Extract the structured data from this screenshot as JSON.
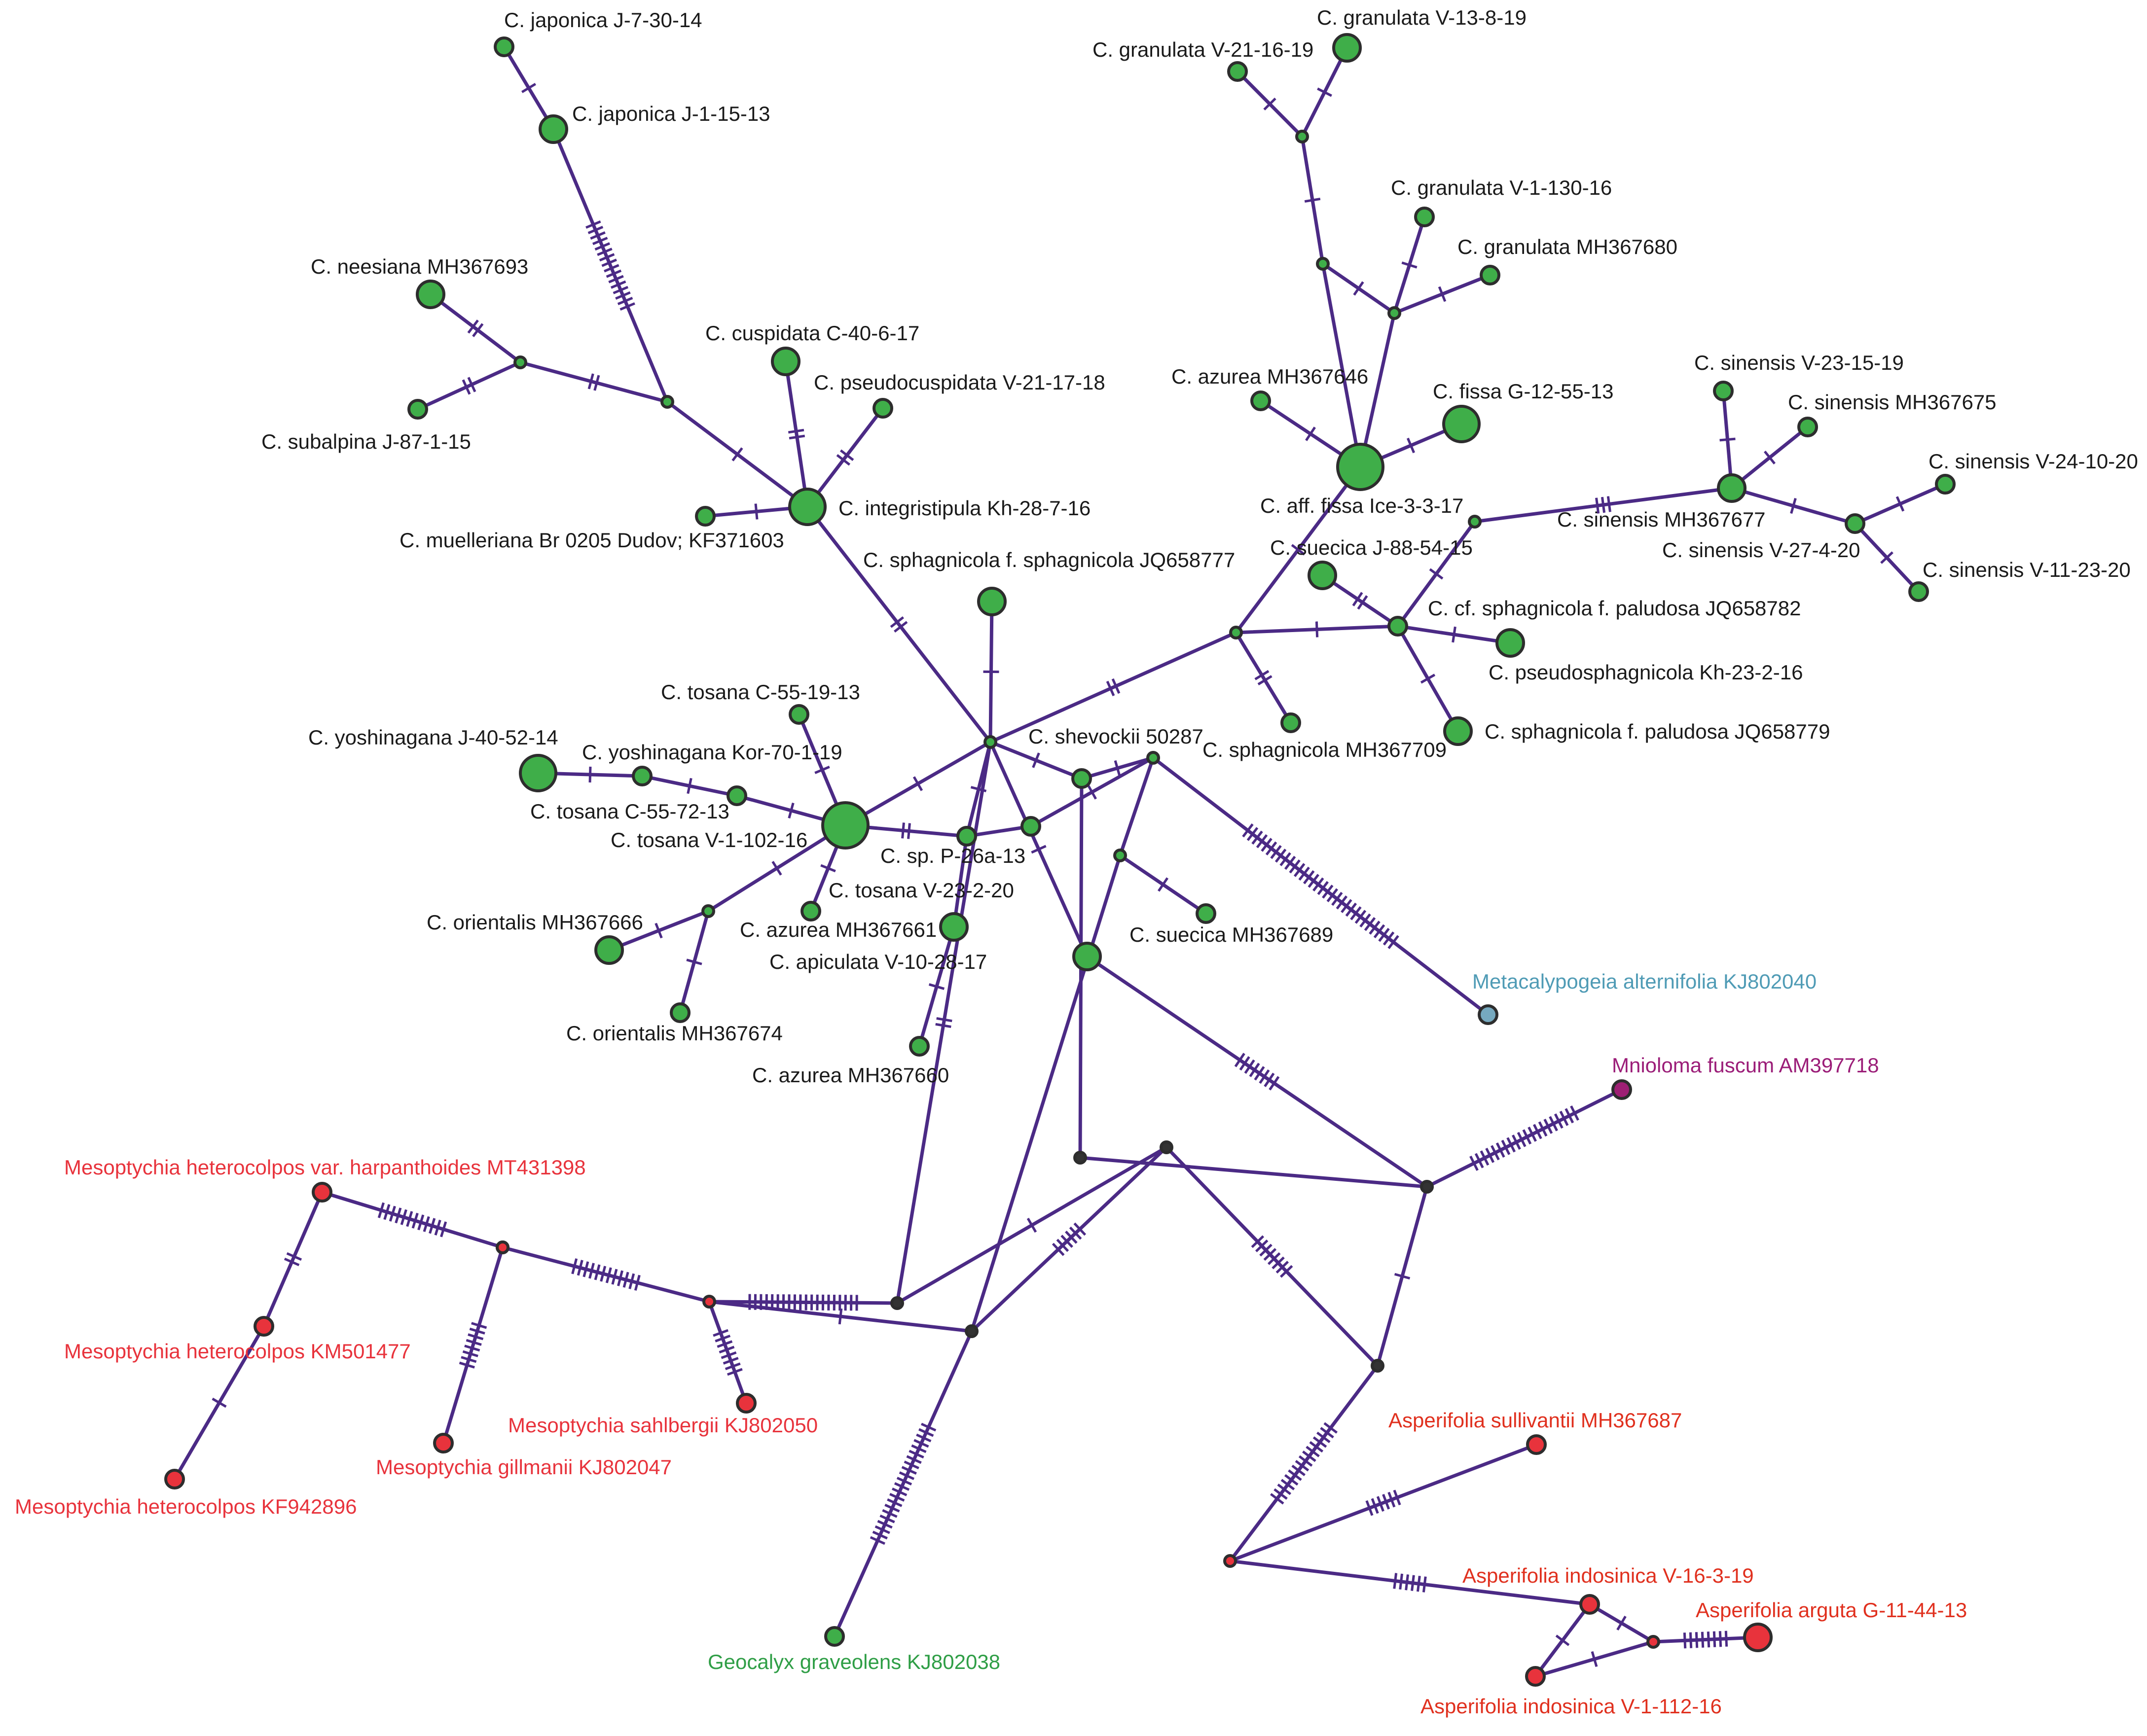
{
  "colors": {
    "edge": "#4b2a85",
    "calypogeia_node": "#3fae49",
    "mesoptychia_node": "#e8333c",
    "asperifolia_node": "#e8333c",
    "metacalypogeia_node": "#76a9bf",
    "mnioloma_node": "#9e1f74",
    "geocalyx_node": "#3fae49",
    "median_vector": "#333333",
    "label_black": "#1a1a1a",
    "label_red": "#e8333c",
    "label_asperifolia": "#e0301e",
    "label_metacalypogeia": "#4f9bb5",
    "label_mnioloma": "#9b1d78",
    "label_geocalyx": "#2f9e46"
  },
  "nodes": [
    {
      "id": "japonica_j7",
      "label": "C. japonica J-7-30-14",
      "group": "calypogeia",
      "size": "s"
    },
    {
      "id": "japonica_j1",
      "label": "C. japonica J-1-15-13",
      "group": "calypogeia",
      "size": "m"
    },
    {
      "id": "neesiana",
      "label": "C. neesiana MH367693",
      "group": "calypogeia",
      "size": "m"
    },
    {
      "id": "subalpina",
      "label": "C. subalpina J-87-1-15",
      "group": "calypogeia",
      "size": "s"
    },
    {
      "id": "cuspidata",
      "label": "C. cuspidata C-40-6-17",
      "group": "calypogeia",
      "size": "m"
    },
    {
      "id": "pseudocuspidata",
      "label": "C. pseudocuspidata V-21-17-18",
      "group": "calypogeia",
      "size": "s"
    },
    {
      "id": "muelleriana",
      "label": "C. muelleriana Br 0205 Dudov; KF371603",
      "group": "calypogeia",
      "size": "s"
    },
    {
      "id": "integristipula",
      "label": "C. integristipula Kh-28-7-16",
      "group": "calypogeia",
      "size": "l"
    },
    {
      "id": "sphagnicola_sph",
      "label": "C. sphagnicola f. sphagnicola JQ658777",
      "group": "calypogeia",
      "size": "m"
    },
    {
      "id": "tosana_c55_19",
      "label": "C. tosana C-55-19-13",
      "group": "calypogeia",
      "size": "s"
    },
    {
      "id": "yoshinagana_j40",
      "label": "C. yoshinagana J-40-52-14",
      "group": "calypogeia",
      "size": "l"
    },
    {
      "id": "yoshinagana_kor",
      "label": "C. yoshinagana Kor-70-1-19",
      "group": "calypogeia",
      "size": "s"
    },
    {
      "id": "tosana_c55_72",
      "label": "C. tosana C-55-72-13",
      "group": "calypogeia",
      "size": "s"
    },
    {
      "id": "tosana_v1",
      "label": "C. tosana V-1-102-16",
      "group": "calypogeia",
      "size": "xl"
    },
    {
      "id": "sp_p26a",
      "label": "C. sp. P-26a-13",
      "group": "calypogeia",
      "size": "s"
    },
    {
      "id": "tosana_v23",
      "label": "C. tosana V-23-2-20",
      "group": "calypogeia",
      "size": "s"
    },
    {
      "id": "azurea_661",
      "label": "C. azurea MH367661",
      "group": "calypogeia",
      "size": "s"
    },
    {
      "id": "apiculata",
      "label": "C. apiculata V-10-28-17",
      "group": "calypogeia",
      "size": "m"
    },
    {
      "id": "azurea_660",
      "label": "C. azurea MH367660",
      "group": "calypogeia",
      "size": "s"
    },
    {
      "id": "orientalis_666",
      "label": "C. orientalis MH367666",
      "group": "calypogeia",
      "size": "m"
    },
    {
      "id": "orientalis_674",
      "label": "C. orientalis MH367674",
      "group": "calypogeia",
      "size": "s"
    },
    {
      "id": "shevockii",
      "label": "C. shevockii 50287",
      "group": "calypogeia",
      "size": "s"
    },
    {
      "id": "suecica_689",
      "label": "C. suecica MH367689",
      "group": "calypogeia",
      "size": "s"
    },
    {
      "id": "sp_unlabeled",
      "label": "",
      "group": "calypogeia",
      "size": "m"
    },
    {
      "id": "granulata_v13",
      "label": "C. granulata V-13-8-19",
      "group": "calypogeia",
      "size": "m"
    },
    {
      "id": "granulata_v21",
      "label": "C. granulata V-21-16-19",
      "group": "calypogeia",
      "size": "s"
    },
    {
      "id": "granulata_v1",
      "label": "C. granulata V-1-130-16",
      "group": "calypogeia",
      "size": "s"
    },
    {
      "id": "granulata_680",
      "label": "C. granulata MH367680",
      "group": "calypogeia",
      "size": "s"
    },
    {
      "id": "azurea_646",
      "label": "C. azurea MH367646",
      "group": "calypogeia",
      "size": "s"
    },
    {
      "id": "fissa_g12",
      "label": "C. fissa G-12-55-13",
      "group": "calypogeia",
      "size": "l"
    },
    {
      "id": "aff_fissa",
      "label": "C. aff. fissa Ice-3-3-17",
      "group": "calypogeia",
      "size": "xl"
    },
    {
      "id": "suecica_j88",
      "label": "C. suecica J-88-54-15",
      "group": "calypogeia",
      "size": "m"
    },
    {
      "id": "cf_sphagnicola",
      "label": "C. cf. sphagnicola f. paludosa JQ658782",
      "group": "calypogeia",
      "size": "s"
    },
    {
      "id": "pseudosphagnicola",
      "label": "C. pseudosphagnicola Kh-23-2-16",
      "group": "calypogeia",
      "size": "m"
    },
    {
      "id": "sphagnicola_pal",
      "label": "C. sphagnicola f. paludosa JQ658779",
      "group": "calypogeia",
      "size": "m"
    },
    {
      "id": "sphagnicola_709",
      "label": "C. sphagnicola MH367709",
      "group": "calypogeia",
      "size": "s"
    },
    {
      "id": "sinensis_v23",
      "label": "C. sinensis V-23-15-19",
      "group": "calypogeia",
      "size": "s"
    },
    {
      "id": "sinensis_675",
      "label": "C. sinensis MH367675",
      "group": "calypogeia",
      "size": "s"
    },
    {
      "id": "sinensis_677",
      "label": "C. sinensis MH367677",
      "group": "calypogeia",
      "size": "m"
    },
    {
      "id": "sinensis_v24",
      "label": "C. sinensis V-24-10-20",
      "group": "calypogeia",
      "size": "s"
    },
    {
      "id": "sinensis_v27",
      "label": "C. sinensis V-27-4-20",
      "group": "calypogeia",
      "size": "s"
    },
    {
      "id": "sinensis_v11",
      "label": "C. sinensis V-11-23-20",
      "group": "calypogeia",
      "size": "s"
    },
    {
      "id": "metacalypogeia",
      "label": "Metacalypogeia alternifolia KJ802040",
      "group": "metacalypogeia",
      "size": "s"
    },
    {
      "id": "mnioloma",
      "label": "Mnioloma fuscum AM397718",
      "group": "mnioloma",
      "size": "s"
    },
    {
      "id": "meso_harp",
      "label": "Mesoptychia heterocolpos var. harpanthoides MT431398",
      "group": "mesoptychia",
      "size": "s"
    },
    {
      "id": "meso_km",
      "label": "Mesoptychia heterocolpos KM501477",
      "group": "mesoptychia",
      "size": "s"
    },
    {
      "id": "meso_kf",
      "label": "Mesoptychia heterocolpos KF942896",
      "group": "mesoptychia",
      "size": "s"
    },
    {
      "id": "meso_gillmanii",
      "label": "Mesoptychia gillmanii KJ802047",
      "group": "mesoptychia",
      "size": "s"
    },
    {
      "id": "meso_sahlbergii",
      "label": "Mesoptychia sahlbergii KJ802050",
      "group": "mesoptychia",
      "size": "s"
    },
    {
      "id": "geocalyx",
      "label": "Geocalyx graveolens KJ802038",
      "group": "geocalyx",
      "size": "s"
    },
    {
      "id": "asp_sullivantii",
      "label": "Asperifolia sullivantii MH367687",
      "group": "asperifolia",
      "size": "s"
    },
    {
      "id": "asp_ind_v16",
      "label": "Asperifolia indosinica V-16-3-19",
      "group": "asperifolia",
      "size": "s"
    },
    {
      "id": "asp_arguta",
      "label": "Asperifolia arguta G-11-44-13",
      "group": "asperifolia",
      "size": "m"
    },
    {
      "id": "asp_ind_v1",
      "label": "Asperifolia indosinica V-1-112-16",
      "group": "asperifolia",
      "size": "s"
    }
  ],
  "median_vectors": [
    "mv_japonica",
    "mv_neesiana",
    "mv_hub",
    "mv_granulata1",
    "mv_granulata2",
    "mv_granulata3",
    "mv_east",
    "mv_sinensis_w",
    "mv_sinensis_e",
    "mv_suecica",
    "mv_orientalis",
    "mv_shev2",
    "mv_tosana_mid",
    "mv_mid",
    "mv_low1",
    "mv_low2",
    "mv_low3",
    "mv_mnio",
    "mv_asp_up",
    "mv_meso1",
    "mv_meso_sub",
    "mv_meso2",
    "mv_geo",
    "mv_asp_hub",
    "mv_asp_tri"
  ],
  "edges": [
    {
      "from": "japonica_j7",
      "to": "japonica_j1",
      "mutations": 1
    },
    {
      "from": "japonica_j1",
      "to": "mv_japonica",
      "mutations": 16
    },
    {
      "from": "neesiana",
      "to": "mv_neesiana",
      "mutations": 2
    },
    {
      "from": "subalpina",
      "to": "mv_neesiana",
      "mutations": 2
    },
    {
      "from": "mv_neesiana",
      "to": "mv_japonica",
      "mutations": 2
    },
    {
      "from": "mv_japonica",
      "to": "integristipula",
      "mutations": 1
    },
    {
      "from": "cuspidata",
      "to": "integristipula",
      "mutations": 2
    },
    {
      "from": "pseudocuspidata",
      "to": "integristipula",
      "mutations": 2
    },
    {
      "from": "muelleriana",
      "to": "integristipula",
      "mutations": 1
    },
    {
      "from": "integristipula",
      "to": "mv_hub",
      "mutations": 2
    },
    {
      "from": "sphagnicola_sph",
      "to": "mv_hub",
      "mutations": 1
    },
    {
      "from": "tosana_c55_19",
      "to": "tosana_v1",
      "mutations": 1
    },
    {
      "from": "yoshinagana_j40",
      "to": "yoshinagana_kor",
      "mutations": 1
    },
    {
      "from": "yoshinagana_kor",
      "to": "tosana_c55_72",
      "mutations": 1
    },
    {
      "from": "tosana_c55_72",
      "to": "tosana_v1",
      "mutations": 1
    },
    {
      "from": "tosana_v1",
      "to": "mv_hub",
      "mutations": 1
    },
    {
      "from": "tosana_v1",
      "to": "azurea_661",
      "mutations": 1
    },
    {
      "from": "tosana_v1",
      "to": "mv_orientalis",
      "mutations": 1
    },
    {
      "from": "tosana_v1",
      "to": "sp_p26a",
      "mutations": 2
    },
    {
      "from": "orientalis_666",
      "to": "mv_orientalis",
      "mutations": 1
    },
    {
      "from": "orientalis_674",
      "to": "mv_orientalis",
      "mutations": 1
    },
    {
      "from": "sp_p26a",
      "to": "mv_tosana_mid",
      "mutations": 0
    },
    {
      "from": "sp_p26a",
      "to": "apiculata",
      "mutations": 0
    },
    {
      "from": "apiculata",
      "to": "azurea_660",
      "mutations": 1
    },
    {
      "from": "mv_hub",
      "to": "sp_p26a",
      "mutations": 1
    },
    {
      "from": "mv_hub",
      "to": "shevockii",
      "mutations": 1
    },
    {
      "from": "mv_hub",
      "to": "mv_east",
      "mutations": 2
    },
    {
      "from": "mv_hub",
      "to": "sp_unlabeled",
      "mutations": 1
    },
    {
      "from": "mv_hub",
      "to": "mv_low1",
      "mutations": 2
    },
    {
      "from": "shevockii",
      "to": "mv_shev2",
      "mutations": 1
    },
    {
      "from": "shevockii",
      "to": "mv_low2",
      "mutations": 0
    },
    {
      "from": "mv_tosana_mid",
      "to": "mv_shev2",
      "mutations": 1
    },
    {
      "from": "mv_shev2",
      "to": "mv_mid",
      "mutations": 0
    },
    {
      "from": "mv_shev2",
      "to": "metacalypogeia",
      "mutations": 32
    },
    {
      "from": "mv_mid",
      "to": "suecica_689",
      "mutations": 1
    },
    {
      "from": "mv_mid",
      "to": "mv_geo",
      "mutations": 0
    },
    {
      "from": "sp_unlabeled",
      "to": "mv_mnio",
      "mutations": 8
    },
    {
      "from": "mv_low2",
      "to": "mv_mnio",
      "mutations": 0
    },
    {
      "from": "mv_mnio",
      "to": "mnioloma",
      "mutations": 20
    },
    {
      "from": "mv_mnio",
      "to": "mv_asp_up",
      "mutations": 1
    },
    {
      "from": "mv_low1",
      "to": "mv_meso2",
      "mutations": 20
    },
    {
      "from": "mv_low1",
      "to": "mv_low3",
      "mutations": 1
    },
    {
      "from": "mv_low3",
      "to": "mv_asp_up",
      "mutations": 8
    },
    {
      "from": "mv_low3",
      "to": "mv_geo",
      "mutations": 6
    },
    {
      "from": "mv_meso2",
      "to": "mv_geo",
      "mutations": 1
    },
    {
      "from": "mv_geo",
      "to": "geocalyx",
      "mutations": 22
    },
    {
      "from": "mv_meso2",
      "to": "meso_sahlbergii",
      "mutations": 8
    },
    {
      "from": "mv_meso2",
      "to": "mv_meso1",
      "mutations": 12
    },
    {
      "from": "mv_meso1",
      "to": "mv_meso_sub",
      "mutations": 3
    },
    {
      "from": "mv_meso_sub",
      "to": "meso_gillmanii",
      "mutations": 8
    },
    {
      "from": "mv_meso_sub",
      "to": "meso_harp",
      "mutations": 12
    },
    {
      "from": "meso_harp",
      "to": "meso_km",
      "mutations": 2
    },
    {
      "from": "meso_km",
      "to": "meso_kf",
      "mutations": 1
    },
    {
      "from": "mv_asp_up",
      "to": "mv_asp_hub",
      "mutations": 16
    },
    {
      "from": "mv_asp_hub",
      "to": "asp_sullivantii",
      "mutations": 6
    },
    {
      "from": "mv_asp_hub",
      "to": "asp_ind_v16",
      "mutations": 6
    },
    {
      "from": "asp_ind_v16",
      "to": "asp_ind_v1",
      "mutations": 1
    },
    {
      "from": "asp_ind_v16",
      "to": "mv_asp_tri",
      "mutations": 1
    },
    {
      "from": "asp_ind_v1",
      "to": "mv_asp_tri",
      "mutations": 1
    },
    {
      "from": "mv_asp_tri",
      "to": "asp_arguta",
      "mutations": 8
    },
    {
      "from": "granulata_v13",
      "to": "mv_granulata1",
      "mutations": 1
    },
    {
      "from": "granulata_v21",
      "to": "mv_granulata1",
      "mutations": 1
    },
    {
      "from": "mv_granulata1",
      "to": "mv_granulata2",
      "mutations": 1
    },
    {
      "from": "mv_granulata2",
      "to": "mv_granulata3",
      "mutations": 1
    },
    {
      "from": "granulata_v1",
      "to": "mv_granulata3",
      "mutations": 1
    },
    {
      "from": "granulata_680",
      "to": "mv_granulata3",
      "mutations": 1
    },
    {
      "from": "mv_granulata3",
      "to": "aff_fissa",
      "mutations": 0
    },
    {
      "from": "mv_granulata2",
      "to": "aff_fissa",
      "mutations": 0
    },
    {
      "from": "azurea_646",
      "to": "aff_fissa",
      "mutations": 1
    },
    {
      "from": "fissa_g12",
      "to": "aff_fissa",
      "mutations": 1
    },
    {
      "from": "aff_fissa",
      "to": "mv_east",
      "mutations": 1
    },
    {
      "from": "mv_east",
      "to": "sphagnicola_709",
      "mutations": 2
    },
    {
      "from": "mv_east",
      "to": "cf_sphagnicola",
      "mutations": 1
    },
    {
      "from": "suecica_j88",
      "to": "cf_sphagnicola",
      "mutations": 2
    },
    {
      "from": "cf_sphagnicola",
      "to": "pseudosphagnicola",
      "mutations": 1
    },
    {
      "from": "cf_sphagnicola",
      "to": "sphagnicola_pal",
      "mutations": 1
    },
    {
      "from": "cf_sphagnicola",
      "to": "mv_sinensis_w",
      "mutations": 1
    },
    {
      "from": "mv_sinensis_w",
      "to": "sinensis_677",
      "mutations": 3
    },
    {
      "from": "sinensis_v23",
      "to": "sinensis_677",
      "mutations": 1
    },
    {
      "from": "sinensis_675",
      "to": "sinensis_677",
      "mutations": 1
    },
    {
      "from": "sinensis_677",
      "to": "mv_sinensis_e",
      "mutations": 1
    },
    {
      "from": "sinensis_v24",
      "to": "mv_sinensis_e",
      "mutations": 1
    },
    {
      "from": "sinensis_v11",
      "to": "mv_sinensis_e",
      "mutations": 1
    }
  ]
}
